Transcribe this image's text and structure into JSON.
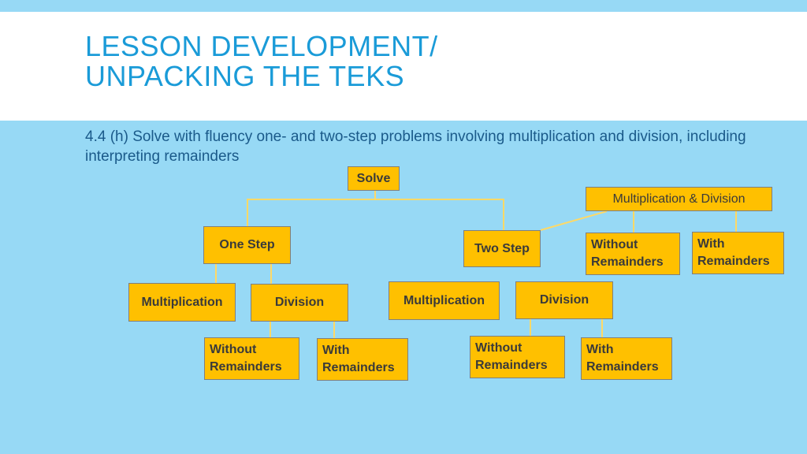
{
  "slide": {
    "title_line1": "LESSON DEVELOPMENT/",
    "title_line2": "UNPACKING THE TEKS",
    "teks": "4.4 (h) Solve with fluency one- and two-step problems involving multiplication and division, including interpreting remainders"
  },
  "diagram": {
    "root": "Solve",
    "one_step": {
      "label": "One Step",
      "multiplication": "Multiplication",
      "division": "Division",
      "without_remainders": "Without\nRemainders",
      "with_remainders": "With\nRemainders"
    },
    "two_step": {
      "label": "Two Step",
      "multiplication": "Multiplication",
      "division": "Division",
      "without_remainders": "Without\nRemainders",
      "with_remainders": "With\nRemainders"
    },
    "mult_div": {
      "label": "Multiplication & Division",
      "without_remainders": "Without\nRemainders",
      "with_remainders": "With\nRemainders"
    }
  },
  "colors": {
    "background": "#97d9f5",
    "title": "#1a9bd8",
    "node_fill": "#ffc000",
    "connector": "#ffd966"
  }
}
